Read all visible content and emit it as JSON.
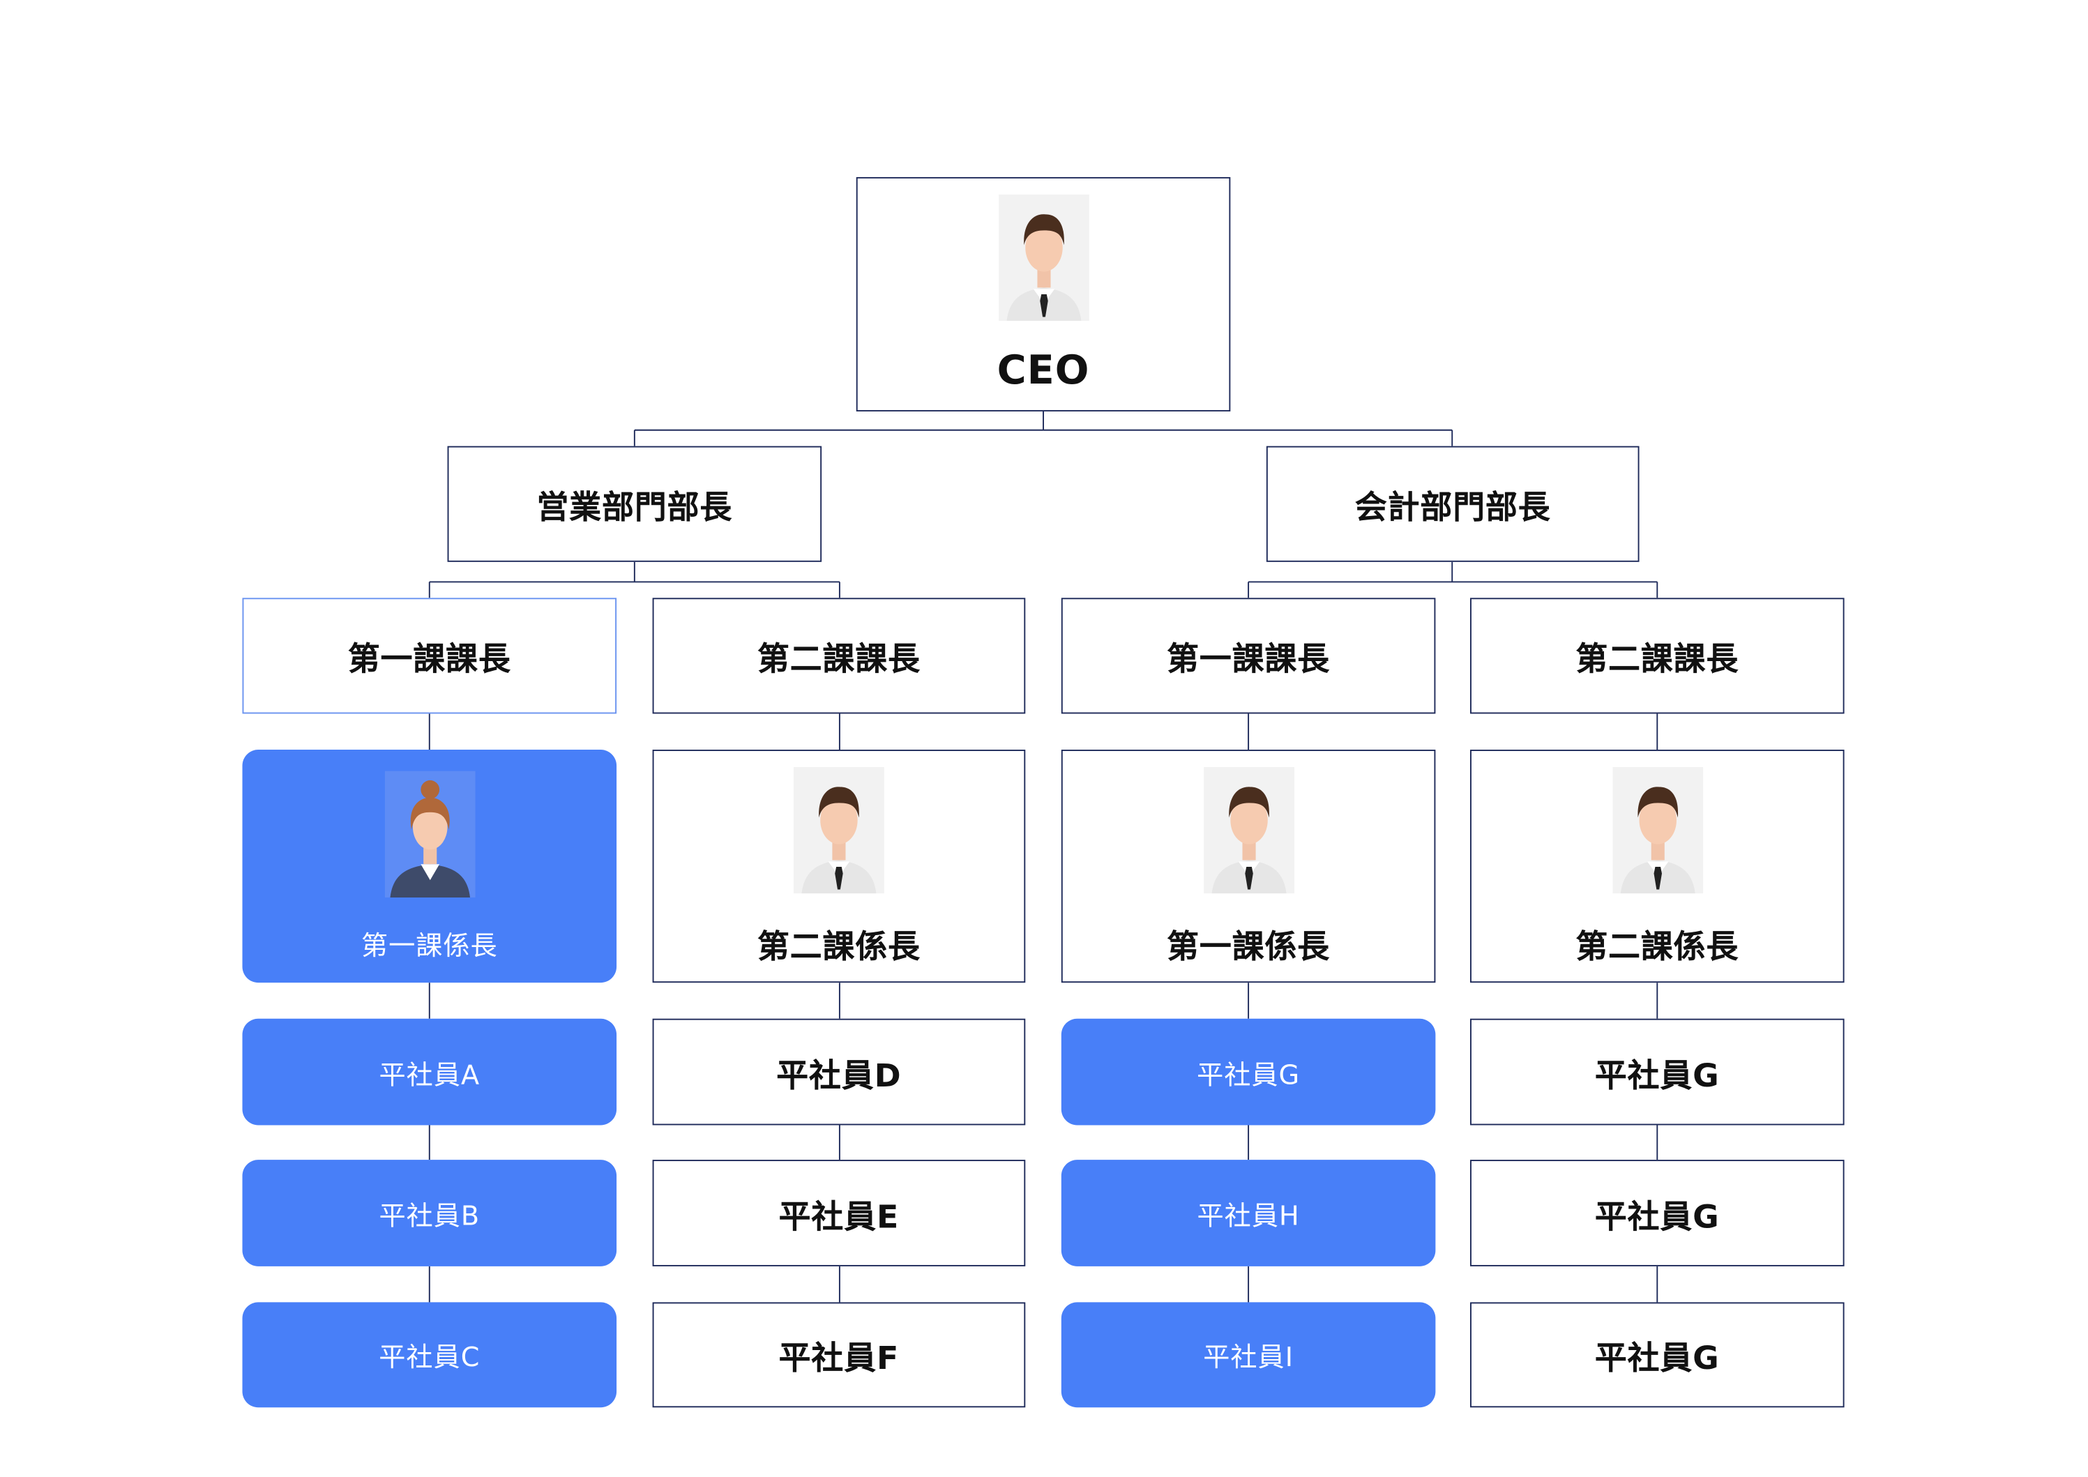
{
  "colors": {
    "accent": "#487ff8",
    "border": "#1e2a5a"
  },
  "ceo": {
    "label": "CEO",
    "icon": "male-employee-avatar-icon"
  },
  "departments": [
    {
      "head": "営業部門部長",
      "sections": [
        {
          "chief": "第一課課長",
          "subchief": "第一課係長",
          "subchief_icon": "female-employee-avatar-icon",
          "highlight": true,
          "staff": [
            "平社員A",
            "平社員B",
            "平社員C"
          ]
        },
        {
          "chief": "第二課課長",
          "subchief": "第二課係長",
          "subchief_icon": "male-employee-avatar-icon",
          "highlight": false,
          "staff": [
            "平社員D",
            "平社員E",
            "平社員F"
          ]
        }
      ]
    },
    {
      "head": "会計部門部長",
      "sections": [
        {
          "chief": "第一課課長",
          "subchief": "第一課係長",
          "subchief_icon": "male-employee-avatar-icon",
          "highlight": false,
          "staff_highlight": true,
          "staff": [
            "平社員G",
            "平社員H",
            "平社員I"
          ]
        },
        {
          "chief": "第二課課長",
          "subchief": "第二課係長",
          "subchief_icon": "male-employee-avatar-icon",
          "highlight": false,
          "staff": [
            "平社員G",
            "平社員G",
            "平社員G"
          ]
        }
      ]
    }
  ]
}
